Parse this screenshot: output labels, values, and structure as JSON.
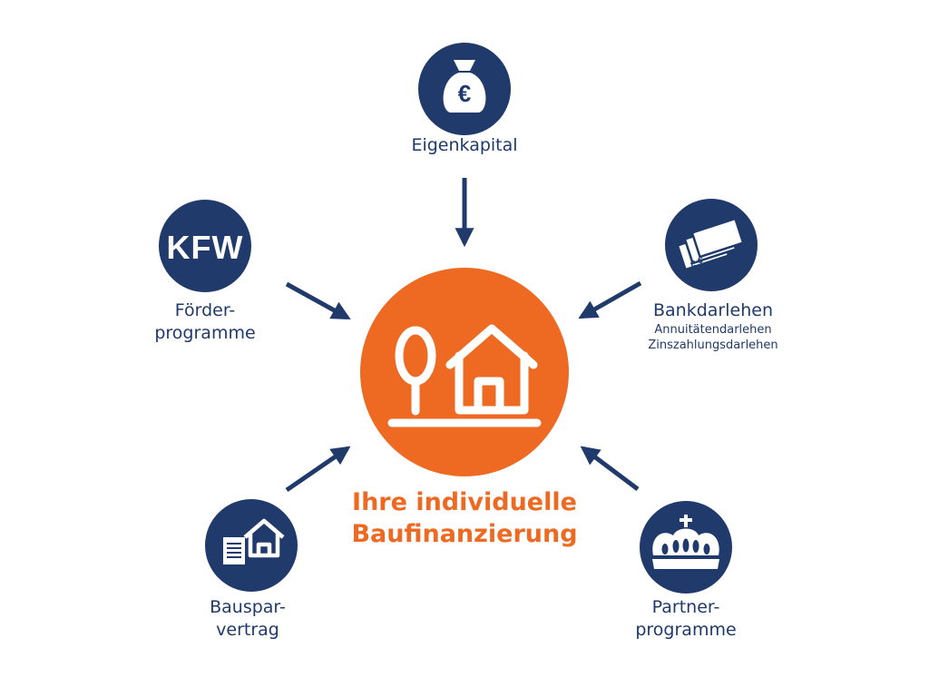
{
  "colors": {
    "navy": "#1f3a6b",
    "orange": "#ee6a22",
    "white": "#ffffff"
  },
  "center": {
    "icon": "tree-and-house-icon",
    "title_line1": "Ihre individuelle",
    "title_line2": "Baufinanzierung"
  },
  "sources": {
    "eigenkapital": {
      "icon": "money-bag-euro-icon",
      "label": "Eigenkapital"
    },
    "foerder": {
      "icon": "kfw-logo-icon",
      "logo_text": "KFW",
      "label_line1": "Förder-",
      "label_line2": "programme"
    },
    "bankdarlehen": {
      "icon": "banknotes-euro-icon",
      "label": "Bankdarlehen",
      "sub1": "Annuitätendarlehen",
      "sub2": "Zinszahlungsdarlehen"
    },
    "bauspar": {
      "icon": "document-house-icon",
      "label_line1": "Bauspar-",
      "label_line2": "vertrag"
    },
    "partner": {
      "icon": "crown-icon",
      "label_line1": "Partner-",
      "label_line2": "programme"
    }
  }
}
